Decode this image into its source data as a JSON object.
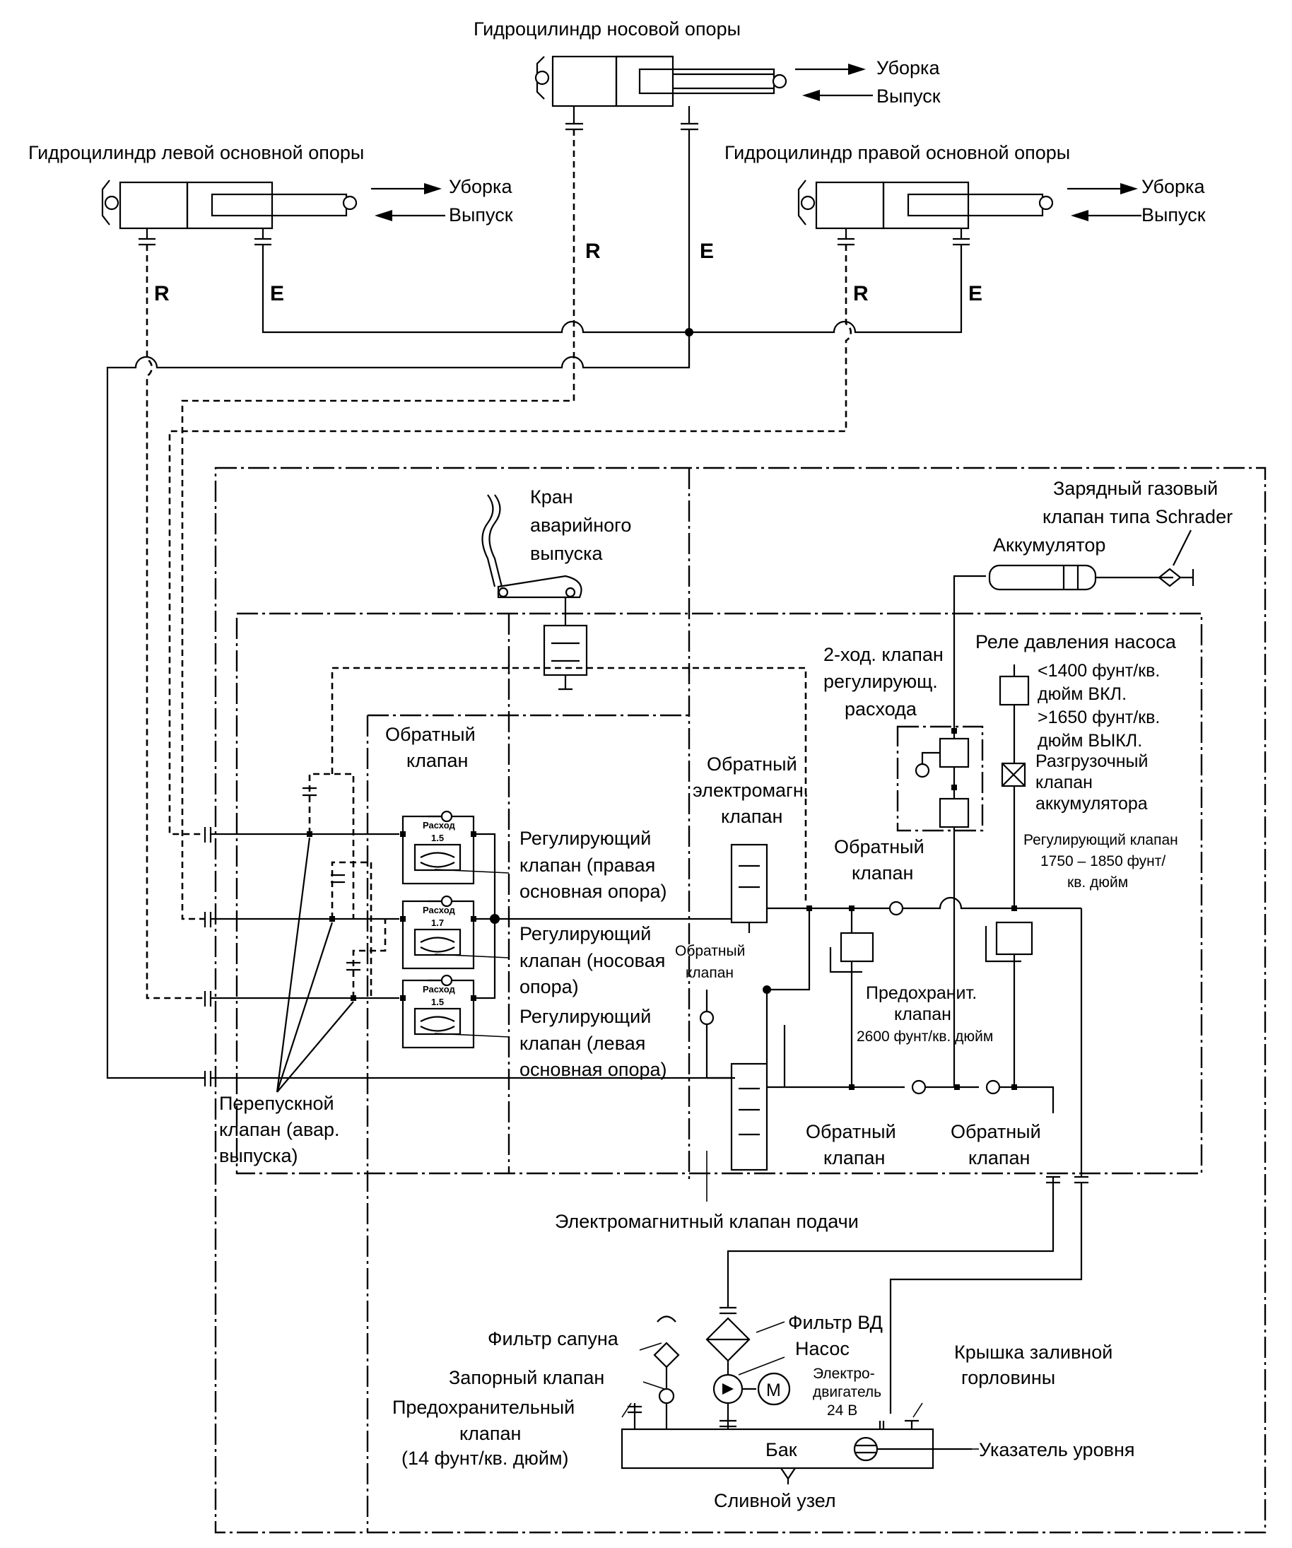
{
  "cylinders": {
    "nose": {
      "title": "Гидроцилиндр носовой опоры",
      "retract": "Уборка",
      "extend": "Выпуск",
      "port_r": "R",
      "port_e": "E"
    },
    "left": {
      "title": "Гидроцилиндр левой основной опоры",
      "retract": "Уборка",
      "extend": "Выпуск",
      "port_r": "R",
      "port_e": "E"
    },
    "right": {
      "title": "Гидроцилиндр правой основной опоры",
      "retract": "Уборка",
      "extend": "Выпуск",
      "port_r": "R",
      "port_e": "E"
    }
  },
  "emergency_valve": [
    "Кран",
    "аварийного",
    "выпуска"
  ],
  "schrader": [
    "Зарядный газовый",
    "клапан типа Schrader"
  ],
  "accumulator": "Аккумулятор",
  "pressure_switch": [
    "Реле давления насоса",
    "<1400 фунт/кв.",
    "дюйм ВКЛ.",
    ">1650 фунт/кв.",
    "дюйм ВЫКЛ."
  ],
  "flow_valve_2way": [
    "2-ход. клапан",
    "регулирующ.",
    "расхода"
  ],
  "accum_unload": [
    "Разгрузочный",
    "клапан",
    "аккумулятора"
  ],
  "reg_valve": [
    "Регулирующий клапан",
    "1750 – 1850 фунт/",
    "кв. дюйм"
  ],
  "check_valve_top": [
    "Обратный",
    "клапан"
  ],
  "solenoid_check": [
    "Обратный",
    "электромагн.",
    "клапан"
  ],
  "check_mid": [
    "Обратный",
    "клапан"
  ],
  "check_small": [
    "Обратный",
    "клапан"
  ],
  "relief_valve": [
    "Предохранит.",
    "клапан",
    "2600 фунт/кв. дюйм"
  ],
  "check_bottom_1": [
    "Обратный",
    "клапан"
  ],
  "check_bottom_2": [
    "Обратный",
    "клапан"
  ],
  "flow_right": [
    "Регулирующий",
    "клапан (правая",
    "основная опора)"
  ],
  "flow_nose": [
    "Регулирующий",
    "клапан (носовая",
    "опора)"
  ],
  "flow_left": [
    "Регулирующий",
    "клапан (левая",
    "основная опора)"
  ],
  "orifices": {
    "label": "Расход",
    "right": "1.5",
    "nose": "1.7",
    "left": "1.5"
  },
  "bypass": [
    "Перепускной",
    "клапан (авар.",
    "выпуска)"
  ],
  "supply_solenoid": "Электромагнитный клапан подачи",
  "filter_hp": "Фильтр ВД",
  "pump": "Насос",
  "motor": {
    "symbol": "М",
    "lines": [
      "Электро-",
      "двигатель",
      "24 В"
    ]
  },
  "breather": "Фильтр сапуна",
  "shutoff": "Запорный клапан",
  "tank_relief": [
    "Предохранительный",
    "клапан",
    "(14 фунт/кв. дюйм)"
  ],
  "fill_cap": [
    "Крышка заливной",
    "горловины"
  ],
  "tank": "Бак",
  "level": "Указатель уровня",
  "drain": "Сливной узел"
}
